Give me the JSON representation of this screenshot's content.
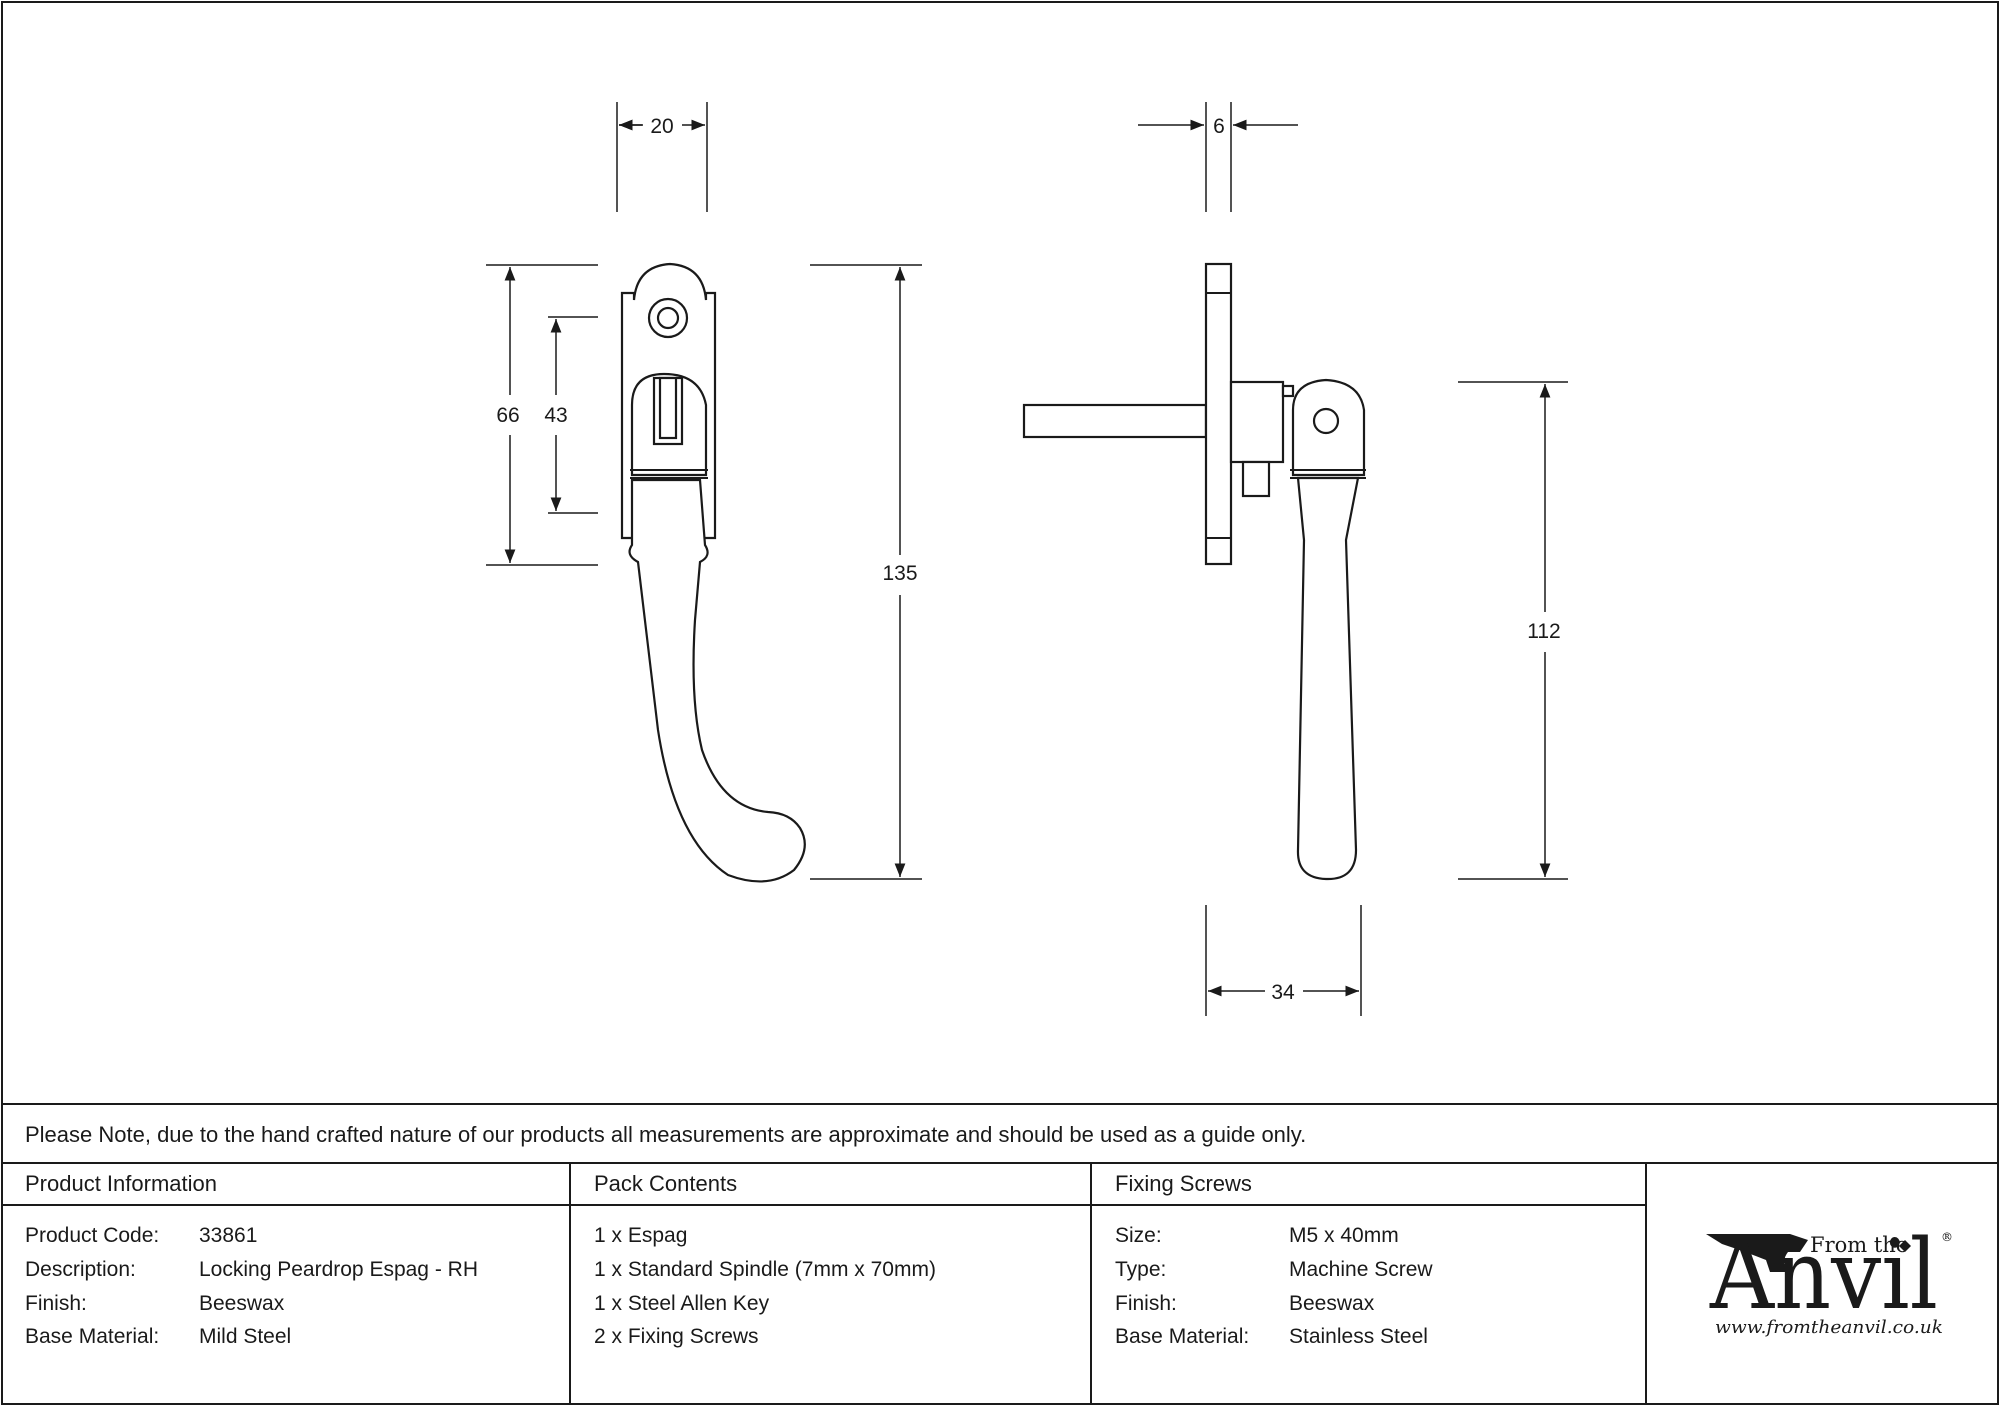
{
  "dimensions": {
    "front_width": "20",
    "front_height_plate": "66",
    "front_hole_centres": "43",
    "front_overall_height": "135",
    "side_plate_thickness": "6",
    "side_height": "112",
    "side_projection": "34"
  },
  "note": "Please Note, due to the hand crafted nature of our products all measurements are approximate and should be used as a guide only.",
  "product_information": {
    "heading": "Product Information",
    "rows": [
      {
        "label": "Product Code:",
        "value": "33861"
      },
      {
        "label": "Description:",
        "value": "Locking Peardrop Espag - RH"
      },
      {
        "label": "Finish:",
        "value": "Beeswax"
      },
      {
        "label": "Base Material:",
        "value": "Mild Steel"
      }
    ]
  },
  "pack_contents": {
    "heading": "Pack Contents",
    "items": [
      "1 x Espag",
      "1 x Standard Spindle (7mm x 70mm)",
      "1 x Steel Allen Key",
      "2 x Fixing Screws"
    ]
  },
  "fixing_screws": {
    "heading": "Fixing Screws",
    "rows": [
      {
        "label": "Size:",
        "value": "M5 x 40mm"
      },
      {
        "label": "Type:",
        "value": "Machine Screw"
      },
      {
        "label": "Finish:",
        "value": "Beeswax"
      },
      {
        "label": "Base Material:",
        "value": "Stainless Steel"
      }
    ]
  },
  "logo": {
    "from_the": "From the",
    "brand": "Anvil",
    "registered": "®",
    "url": "www.fromtheanvil.co.uk"
  }
}
